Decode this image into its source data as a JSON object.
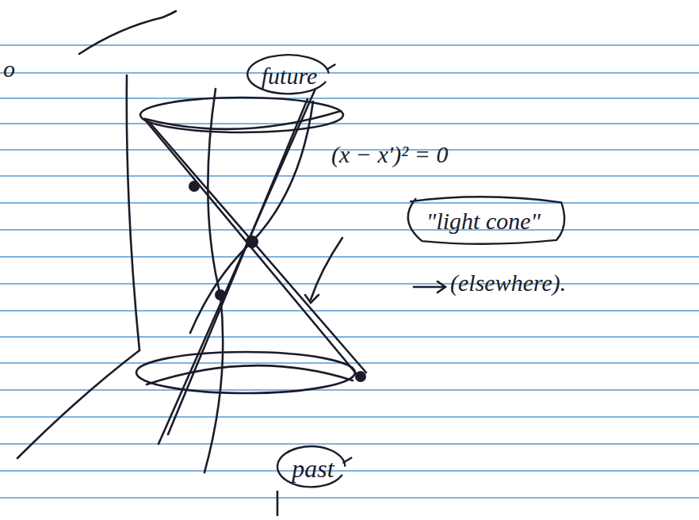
{
  "diagram": {
    "nodes": [
      {
        "text": [
          "future"
        ]
      },
      {
        "text": [
          "\"light cone\""
        ]
      },
      {
        "text": [
          "past"
        ]
      }
    ],
    "labels": [
      "o",
      "(x − x')² = 0",
      "(elsewhere)."
    ]
  }
}
